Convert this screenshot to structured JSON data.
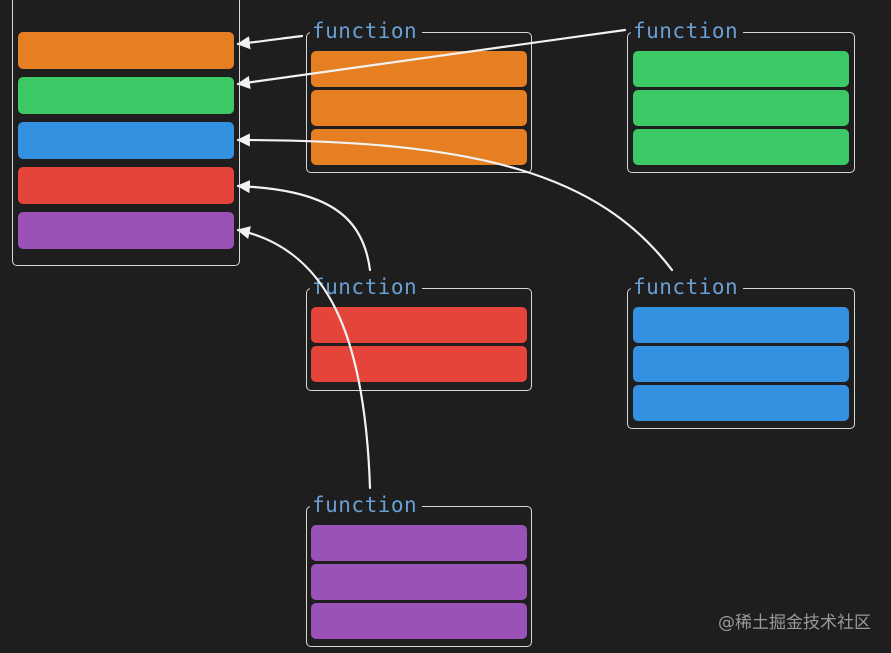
{
  "colors": {
    "orange": "#e67e22",
    "green": "#3cc864",
    "blue": "#3490e0",
    "red": "#e5443a",
    "purple": "#9b52b8"
  },
  "stack": {
    "slots": [
      "orange",
      "green",
      "blue",
      "red",
      "purple"
    ]
  },
  "functions": [
    {
      "label": "function",
      "color": "orange",
      "rows": 3,
      "points_to_slot": 0
    },
    {
      "label": "function",
      "color": "green",
      "rows": 3,
      "points_to_slot": 1
    },
    {
      "label": "function",
      "color": "red",
      "rows": 2,
      "points_to_slot": 3
    },
    {
      "label": "function",
      "color": "blue",
      "rows": 3,
      "points_to_slot": 2
    },
    {
      "label": "function",
      "color": "purple",
      "rows": 3,
      "points_to_slot": 4
    }
  ],
  "watermark": "@稀土掘金技术社区"
}
